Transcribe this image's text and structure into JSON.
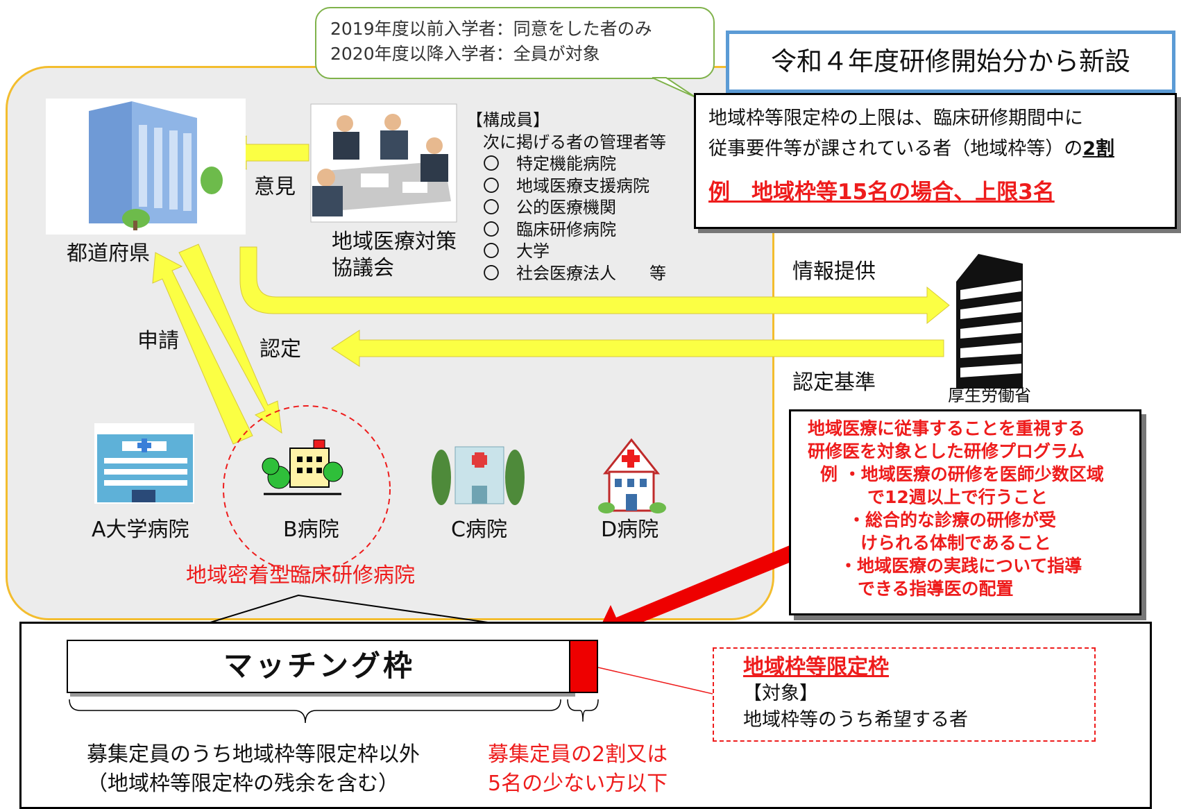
{
  "callout": {
    "line1": "2019年度以前入学者：同意をした者のみ",
    "line2": "2020年度以降入学者：全員が対象"
  },
  "new_title": "令和４年度研修開始分から新設",
  "limit_note": {
    "line1": "地域枠等限定枠の上限は、臨床研修期間中に",
    "line2_pre": "従事要件等が課されている者（地域枠等）の",
    "line2_emph": "2割",
    "example": "例　地域枠等15名の場合、上限3名"
  },
  "prefecture_label": "都道府県",
  "council": {
    "label_line1": "地域医療対策",
    "label_line2": "協議会",
    "opinion_label": "意見"
  },
  "members": {
    "title": "【構成員】",
    "subtitle": "次に掲げる者の管理者等",
    "items": [
      "〇　特定機能病院",
      "〇　地域医療支援病院",
      "〇　公的医療機関",
      "〇　臨床研修病院",
      "〇　大学",
      "〇　社会医療法人　　等"
    ]
  },
  "flows": {
    "apply": "申請",
    "certify": "認定",
    "info": "情報提供",
    "criteria_label": "認定基準"
  },
  "ministry_label": "厚生労働省",
  "hospitals": {
    "a": "A大学病院",
    "b": "B病院",
    "c": "C病院",
    "d": "D病院",
    "community_caption": "地域密着型臨床研修病院"
  },
  "criteria": {
    "line1": "地域医療に従事することを重視する",
    "line2": "研修医を対象とした研修プログラム",
    "line3": "例 ・地域医療の研修を医師少数区域",
    "line4": "で12週以上で行うこと",
    "line5": "・総合的な診療の研修が受",
    "line6": "けられる体制であること",
    "line7": "・地域医療の実践について指導",
    "line8": "できる指導医の配置"
  },
  "bottom": {
    "matching_label": "マッチング枠",
    "limit_title": "地域枠等限定枠",
    "limit_target_head": "【対象】",
    "limit_target": "地域枠等のうち希望する者",
    "left_caption1": "募集定員のうち地域枠等限定枠以外",
    "left_caption2": "（地域枠等限定枠の残余を含む）",
    "right_caption1": "募集定員の2割又は",
    "right_caption2": "5名の少ない方以下"
  },
  "colors": {
    "arrow_yellow": "#fbff44",
    "arrow_red": "#ee0000",
    "area_border": "#f3bd2e",
    "title_border": "#5b9bd5",
    "callout_border": "#7fb24a"
  }
}
